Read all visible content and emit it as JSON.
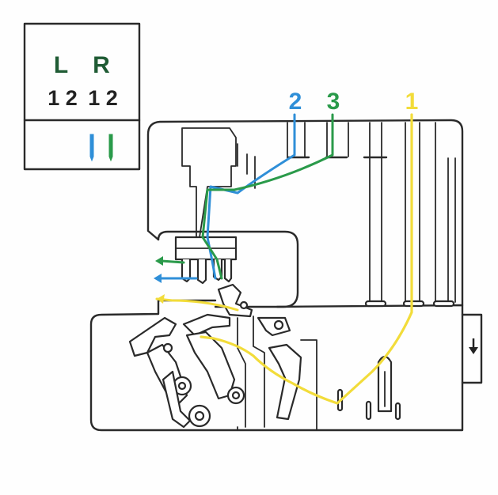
{
  "legend": {
    "left_label": "L",
    "right_label": "R",
    "left_digits": "1 2",
    "right_digits": "1 2"
  },
  "thread_numbers": {
    "t1": "1",
    "t2": "2",
    "t3": "3"
  },
  "colors": {
    "thread_1": "#f2dc3a",
    "thread_2": "#2f8fd8",
    "thread_3": "#2a9a4a",
    "outline": "#2a2a2a"
  },
  "icons": {
    "arrow_down": "arrow-down-icon",
    "needles": "needle-icon"
  }
}
